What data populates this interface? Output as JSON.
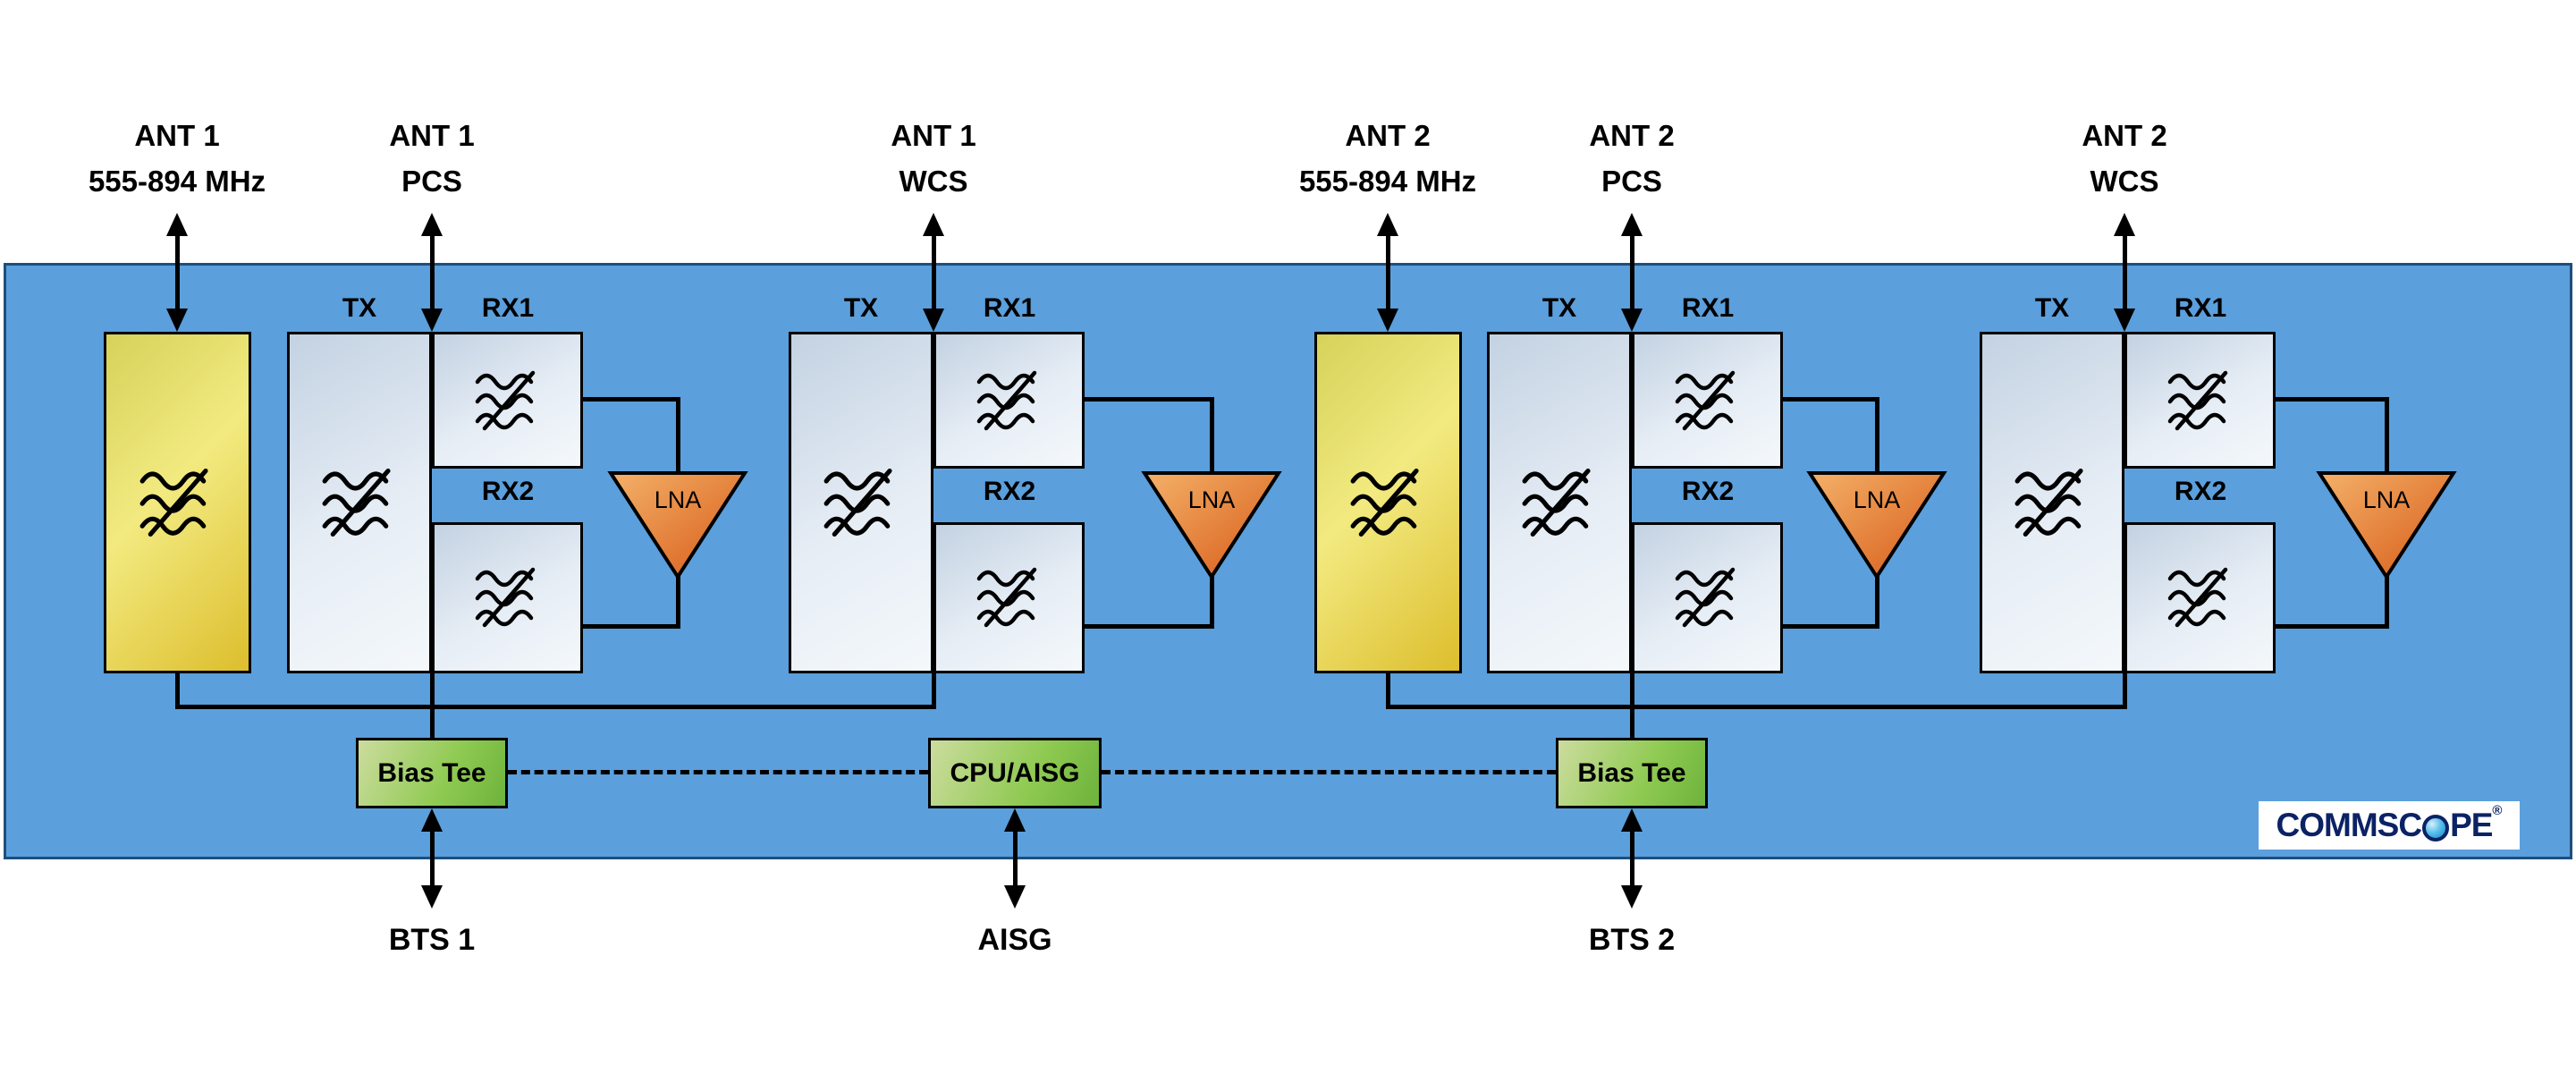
{
  "ports_top": [
    {
      "line1": "ANT 1",
      "line2": "555-894 MHz"
    },
    {
      "line1": "ANT 1",
      "line2": "PCS"
    },
    {
      "line1": "ANT 1",
      "line2": "WCS"
    },
    {
      "line1": "ANT 2",
      "line2": "555-894 MHz"
    },
    {
      "line1": "ANT 2",
      "line2": "PCS"
    },
    {
      "line1": "ANT 2",
      "line2": "WCS"
    }
  ],
  "groups": [
    {
      "tx": "TX",
      "rx1": "RX1",
      "rx2": "RX2",
      "lna": "LNA"
    },
    {
      "tx": "TX",
      "rx1": "RX1",
      "rx2": "RX2",
      "lna": "LNA"
    },
    {
      "tx": "TX",
      "rx1": "RX1",
      "rx2": "RX2",
      "lna": "LNA"
    },
    {
      "tx": "TX",
      "rx1": "RX1",
      "rx2": "RX2",
      "lna": "LNA"
    }
  ],
  "control": {
    "bias_tee_1": "Bias Tee",
    "cpu_aisg": "CPU/AISG",
    "bias_tee_2": "Bias Tee"
  },
  "ports_bottom": [
    {
      "label": "BTS 1"
    },
    {
      "label": "AISG"
    },
    {
      "label": "BTS 2"
    }
  ],
  "brand": {
    "pre": "COMMSC",
    "post": "PE",
    "reg": "®"
  },
  "icons": {
    "filter": "bandpass-filter-waves-icon",
    "lna": "downward-triangle-amplifier",
    "arrows": "bidirectional-arrow"
  },
  "colors": {
    "panel_blue": "#5b9fdc",
    "filter_box_silver": "#e6edf5",
    "lowband_yellow": "#e9d94f",
    "green_box": "#8fca52",
    "lna_orange": "#e0732f",
    "brand_navy": "#0b2265",
    "brand_light_blue": "#2ea8dd"
  }
}
